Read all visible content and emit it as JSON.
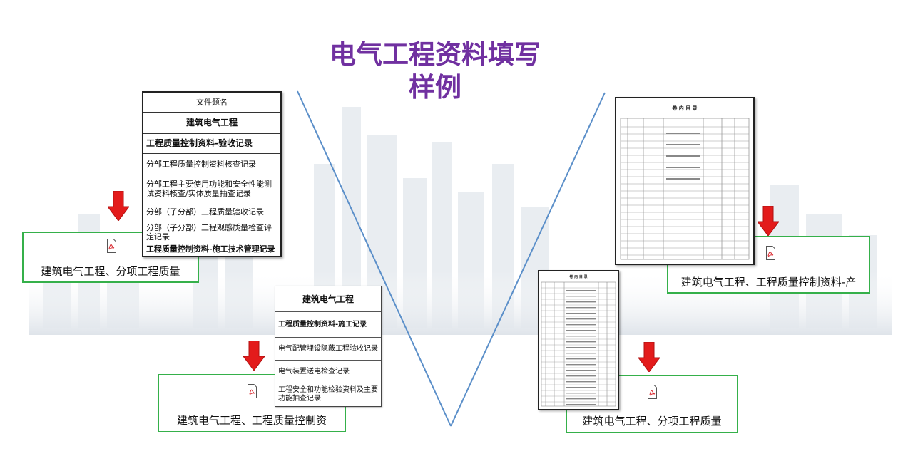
{
  "title": {
    "line1": "电气工程资料填写",
    "line2": "样例",
    "color": "#7030a0"
  },
  "colors": {
    "green_border": "#35b04a",
    "arrow_red": "#e31b1b",
    "line_blue": "#5b8fc9"
  },
  "left_stack": {
    "rows": [
      "文件题名",
      "建筑电气工程",
      "工程质量控制资料-验收记录",
      "分部工程质量控制资料核查记录",
      "分部工程主要使用功能和安全性能测试资料核查/实体质量抽查记录",
      "分部（子分部）工程质量验收记录",
      "分部（子分部）工程观感质量检查评定记录",
      "工程质量控制资料-施工技术管理记录"
    ]
  },
  "left_caption": {
    "text": "建筑电气工程、分项工程质量"
  },
  "mid_stack": {
    "rows": [
      "建筑电气工程",
      "工程质量控制资料-施工记录",
      "电气配管埋设隐蔽工程验收记录",
      "电气装置送电检查记录",
      "工程安全和功能检验资料及主要功能抽查记录"
    ]
  },
  "mid_caption": {
    "text": "建筑电气工程、工程质量控制资"
  },
  "right_top_sheet": {
    "title": "卷 内 目 录"
  },
  "right_top_caption": {
    "text": "建筑电气工程、工程质量控制资料-产"
  },
  "right_bottom_sheet": {
    "title": "卷 内 目 录"
  },
  "right_bottom_caption": {
    "text": "建筑电气工程、分项工程质量"
  },
  "icons": {
    "pdf": "pdf-file-icon",
    "arrow": "red-down-arrow-icon"
  }
}
